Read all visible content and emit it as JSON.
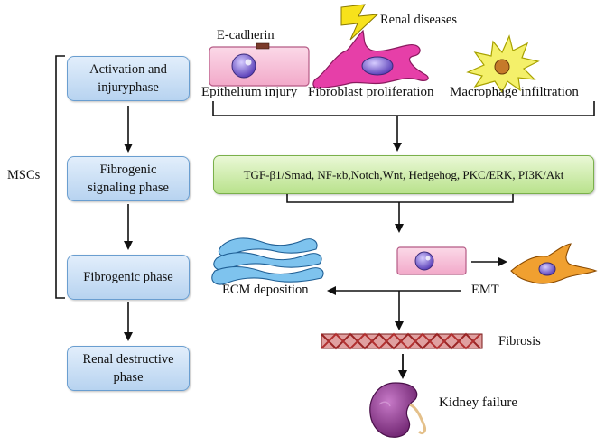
{
  "left_group": {
    "label": "MSCs",
    "phases": [
      {
        "line1": "Activation and",
        "line2": "injuryphase"
      },
      {
        "line1": "Fibrogenic",
        "line2": "signaling phase"
      },
      {
        "line1": "Fibrogenic phase",
        "line2": ""
      },
      {
        "line1": "Renal destructive",
        "line2": "phase"
      }
    ]
  },
  "top": {
    "renal_diseases": "Renal diseases",
    "e_cadherin": "E-cadherin",
    "epithelium_injury": "Epithelium injury",
    "fibroblast_proliferation": "Fibroblast proliferation",
    "macrophage_infiltration": "Macrophage infiltration"
  },
  "pathways": "TGF-β1/Smad, NF-κb,Notch,Wnt, Hedgehog, PKC/ERK, PI3K/Akt",
  "middle": {
    "ecm_deposition": "ECM deposition",
    "emt": "EMT"
  },
  "bottom": {
    "fibrosis": "Fibrosis",
    "kidney_failure": "Kidney failure"
  },
  "colors": {
    "phase_box": "#b7d3f0",
    "pathway_box": "#b9e28c",
    "epithelial_cell": "#f6c2d8",
    "fibroblast": "#e63fa8",
    "macrophage": "#f4f06a",
    "ecm": "#4aa3d9",
    "fibrosis": "#c0392b",
    "kidney": "#8e3a8e"
  }
}
